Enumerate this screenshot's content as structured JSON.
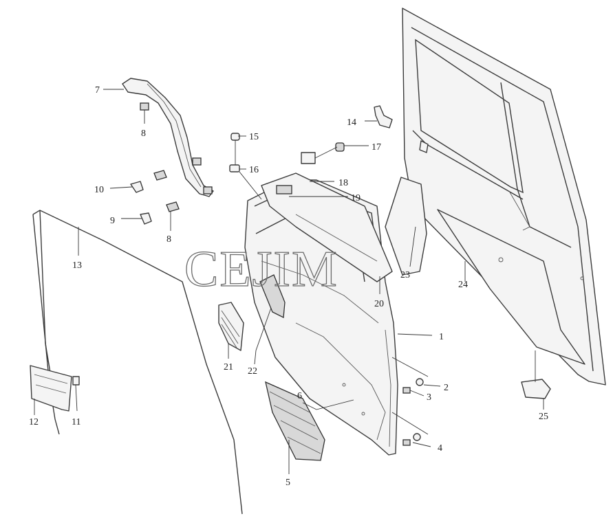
{
  "watermark": "CEJIM",
  "callouts": {
    "c1": "1",
    "c2": "2",
    "c3": "3",
    "c4": "4",
    "c5": "5",
    "c6": "6",
    "c7": "7",
    "c8a": "8",
    "c8b": "8",
    "c9": "9",
    "c10": "10",
    "c11": "11",
    "c12": "12",
    "c13": "13",
    "c14": "14",
    "c15": "15",
    "c16": "16",
    "c17": "17",
    "c18": "18",
    "c19": "19",
    "c20": "20",
    "c21": "21",
    "c22": "22",
    "c23": "23",
    "c24": "24",
    "c25": "25"
  }
}
